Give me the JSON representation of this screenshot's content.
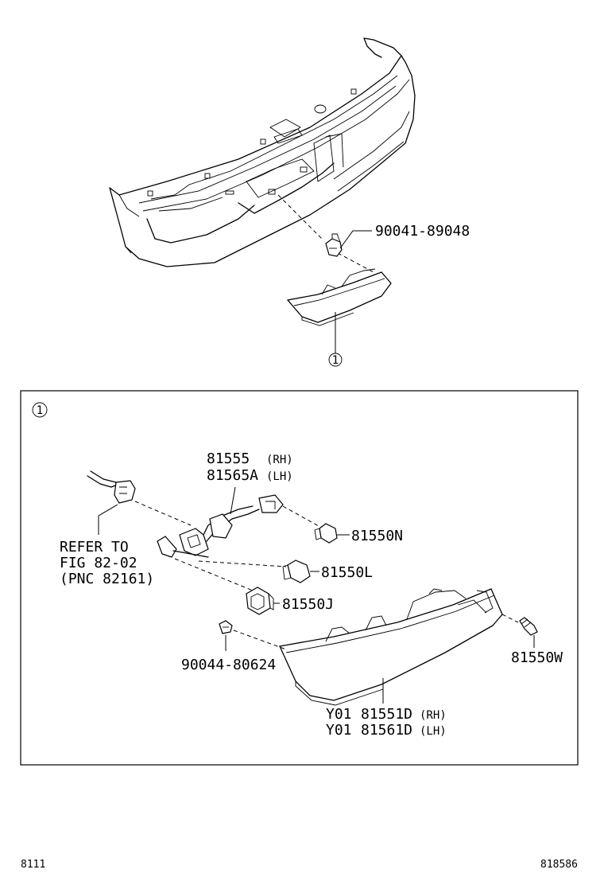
{
  "callouts": {
    "top_clip": "90041-89048",
    "circle_marker": "1",
    "socket_wire_1": "81555",
    "socket_wire_1_side": "(RH)",
    "socket_wire_2": "81565A",
    "socket_wire_2_side": "(LH)",
    "bulb_n": "81550N",
    "bulb_l": "81550L",
    "socket_j": "81550J",
    "screw_w": "81550W",
    "clip_lower": "90044-80624",
    "refer_line1": "REFER TO",
    "refer_line2": "FIG 82-02",
    "refer_line3": "(PNC 82161)",
    "lamp_rh_prefix": "Y01",
    "lamp_rh": "81551D",
    "lamp_rh_side": "(RH)",
    "lamp_lh_prefix": "Y01",
    "lamp_lh": "81561D",
    "lamp_lh_side": "(LH)"
  },
  "footer": {
    "left_code": "8111",
    "right_code": "818586"
  }
}
